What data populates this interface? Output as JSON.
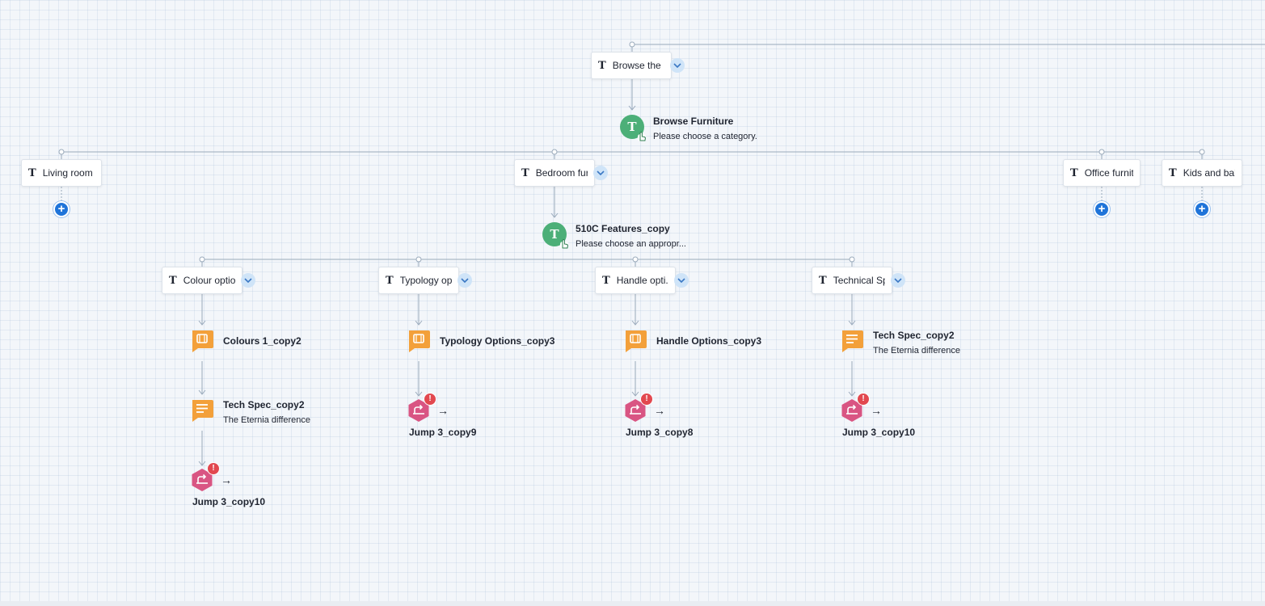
{
  "colors": {
    "connector": "#9aaabb",
    "text_node": "#4caf78",
    "message_node": "#f3a03a",
    "jump_node": "#d95583",
    "add_button": "#1f74d9",
    "warning": "#e2484f"
  },
  "icons": {
    "text_type": "T",
    "add": "+",
    "warning": "!",
    "jump_arrow": "→"
  },
  "root": {
    "label": "Browse the ...",
    "node": {
      "title": "Browse Furniture",
      "subtitle": "Please choose a category."
    }
  },
  "categories": [
    {
      "label": "Living room ..."
    },
    {
      "label": "Bedroom fur...",
      "node": {
        "title": "510C Features_copy",
        "subtitle": "Please choose an appropr..."
      }
    },
    {
      "label": "Office furnit..."
    },
    {
      "label": "Kids and bab..."
    }
  ],
  "branches": [
    {
      "label": "Colour optio...",
      "steps": [
        {
          "type": "options",
          "title": "Colours 1_copy2",
          "subtitle": ""
        },
        {
          "type": "message",
          "title": "Tech Spec_copy2",
          "subtitle": "The Eternia difference"
        }
      ],
      "jump": "Jump 3_copy10"
    },
    {
      "label": "Typology op...",
      "steps": [
        {
          "type": "options",
          "title": "Typology Options_copy3",
          "subtitle": ""
        }
      ],
      "jump": "Jump 3_copy9"
    },
    {
      "label": "Handle opti...",
      "steps": [
        {
          "type": "options",
          "title": "Handle Options_copy3",
          "subtitle": ""
        }
      ],
      "jump": "Jump 3_copy8"
    },
    {
      "label": "Technical Sp...",
      "steps": [
        {
          "type": "message",
          "title": "Tech Spec_copy2",
          "subtitle": "The Eternia difference"
        }
      ],
      "jump": "Jump 3_copy10"
    }
  ]
}
